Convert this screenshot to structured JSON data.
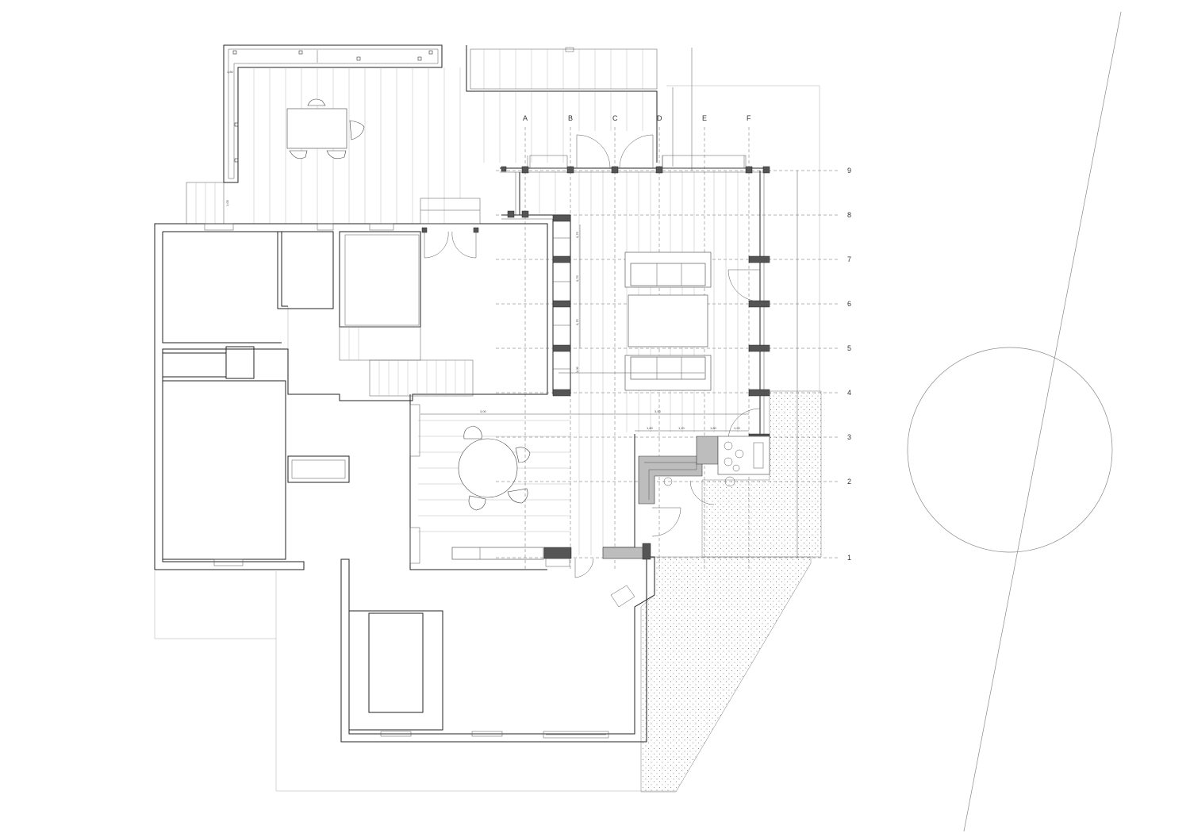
{
  "grid": {
    "columns": [
      "A",
      "B",
      "C",
      "D",
      "E",
      "F"
    ],
    "rows": [
      "9",
      "8",
      "7",
      "6",
      "5",
      "4",
      "3",
      "2",
      "1"
    ]
  },
  "dimensions": {
    "horizontal": [
      "1,80",
      "1,20",
      "1,80",
      "1,20"
    ],
    "vertical": [
      "0,75",
      "0,75",
      "0,75",
      "1,05"
    ],
    "deck": [
      "3,00",
      "3,00"
    ]
  }
}
